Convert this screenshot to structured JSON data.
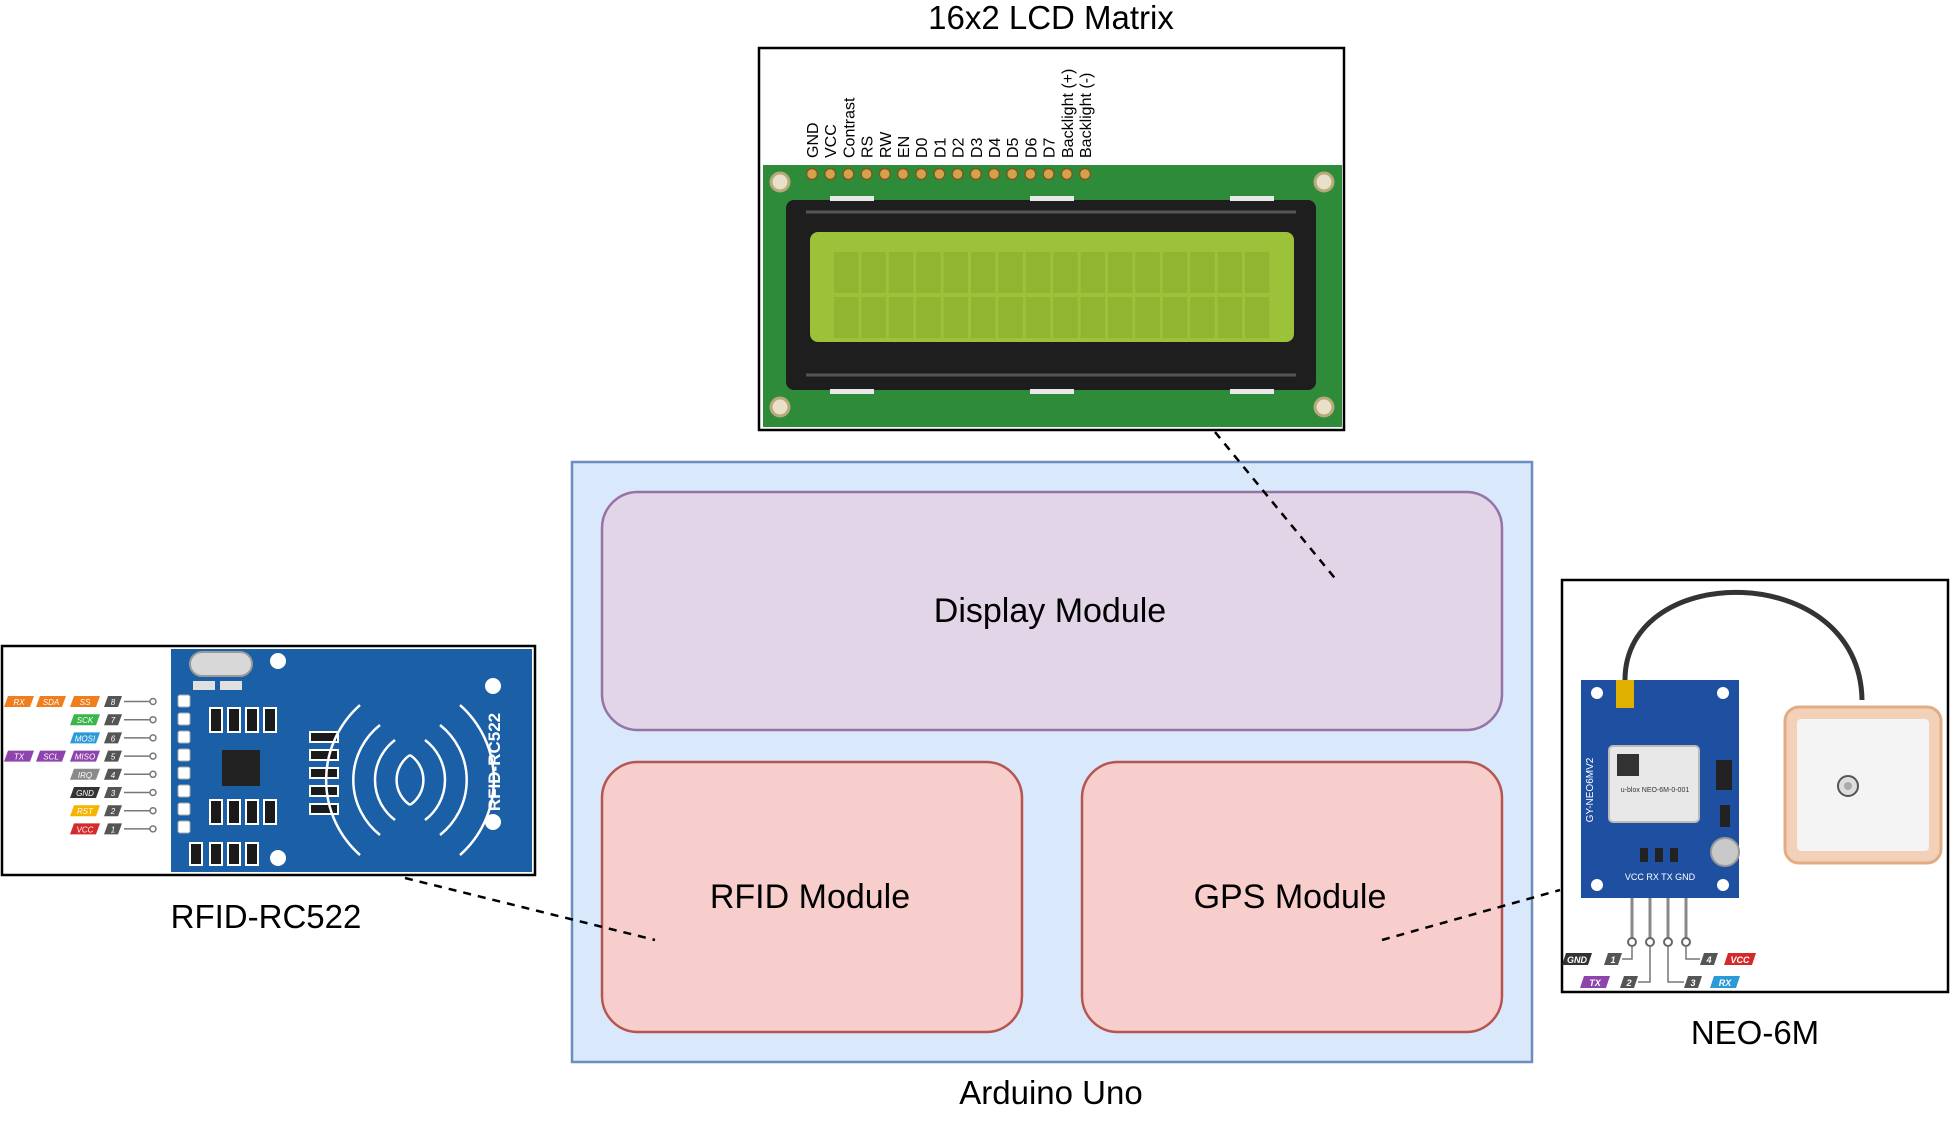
{
  "title": "16x2 LCD Matrix",
  "lcd": {
    "label": "16x2 LCD Matrix",
    "pins": [
      "GND",
      "VCC",
      "Contrast",
      "RS",
      "RW",
      "EN",
      "D0",
      "D1",
      "D2",
      "D3",
      "D4",
      "D5",
      "D6",
      "D7",
      "Backlight (+)",
      "Backlight (-)"
    ],
    "columns": 16,
    "rows": 2
  },
  "arduino": {
    "label": "Arduino Uno",
    "modules": {
      "display": "Display Module",
      "rfid": "RFID Module",
      "gps": "GPS Module"
    }
  },
  "rfid": {
    "label": "RFID-RC522",
    "board_text": "RFID-RC522",
    "pinout": [
      {
        "num": "8",
        "tags": [
          "RX",
          "SDA",
          "SS"
        ]
      },
      {
        "num": "7",
        "tags": [
          "SCK"
        ]
      },
      {
        "num": "6",
        "tags": [
          "MOSI"
        ]
      },
      {
        "num": "5",
        "tags": [
          "TX",
          "SCL",
          "MISO"
        ]
      },
      {
        "num": "4",
        "tags": [
          "IRQ"
        ]
      },
      {
        "num": "3",
        "tags": [
          "GND"
        ]
      },
      {
        "num": "2",
        "tags": [
          "RST"
        ]
      },
      {
        "num": "1",
        "tags": [
          "VCC"
        ]
      }
    ]
  },
  "gps": {
    "label": "NEO-6M",
    "board_text": "GY-NEO6MV2",
    "chip_text": "u-blox NEO-6M-0-001",
    "header_text": "VCC RX TX GND",
    "pinout_left": [
      {
        "num": "1",
        "tag": "GND"
      },
      {
        "num": "2",
        "tag": "TX"
      }
    ],
    "pinout_right": [
      {
        "num": "4",
        "tag": "VCC"
      },
      {
        "num": "3",
        "tag": "RX"
      }
    ]
  },
  "colors": {
    "arduino_fill": "#dae8fc",
    "arduino_stroke": "#6c8ebf",
    "display_fill": "#e1d5e7",
    "display_stroke": "#9673a6",
    "module_fill": "#f8cecc",
    "module_stroke": "#b85450",
    "pcb_green": "#2e8b3a",
    "lcd_screen": "#9cc23a",
    "rfid_board": "#1b5fa6",
    "gps_board": "#1f4fa0",
    "tag_orange": "#f07d1e",
    "tag_green": "#3ab54a",
    "tag_blue": "#2b9bd8",
    "tag_purple": "#8e44ad",
    "tag_gray": "#8a8a8a",
    "tag_dark": "#333333",
    "tag_yellow": "#f4b400",
    "tag_red": "#d62a2a"
  }
}
